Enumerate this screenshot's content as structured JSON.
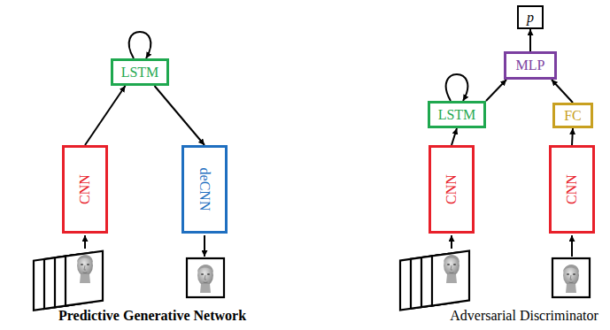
{
  "diagram": {
    "nodes": [
      {
        "text": [
          "LSTM"
        ]
      },
      {
        "text": [
          "CNN"
        ]
      },
      {
        "text": [
          "deCNN"
        ]
      },
      {
        "text": [
          "p"
        ]
      },
      {
        "text": [
          "MLP"
        ]
      },
      {
        "text": [
          "LSTM"
        ]
      },
      {
        "text": [
          "FC"
        ]
      },
      {
        "text": [
          "CNN"
        ]
      },
      {
        "text": [
          "CNN"
        ]
      }
    ],
    "edges": [
      {
        "from": 1,
        "to": 0,
        "arrow": "to"
      },
      {
        "from": 0,
        "to": 2,
        "arrow": "to"
      },
      {
        "from": 0,
        "to": 0,
        "arrow": "to"
      },
      {
        "from": 7,
        "to": 5,
        "arrow": "to"
      },
      {
        "from": 5,
        "to": 5,
        "arrow": "to"
      },
      {
        "from": 5,
        "to": 4,
        "arrow": "to"
      },
      {
        "from": 4,
        "to": 3,
        "arrow": "to"
      },
      {
        "from": 8,
        "to": 6,
        "arrow": "to"
      },
      {
        "from": 6,
        "to": 4,
        "arrow": "to"
      }
    ],
    "labels": [
      "Predictive Generative Network",
      "Adversarial Discriminator"
    ]
  }
}
